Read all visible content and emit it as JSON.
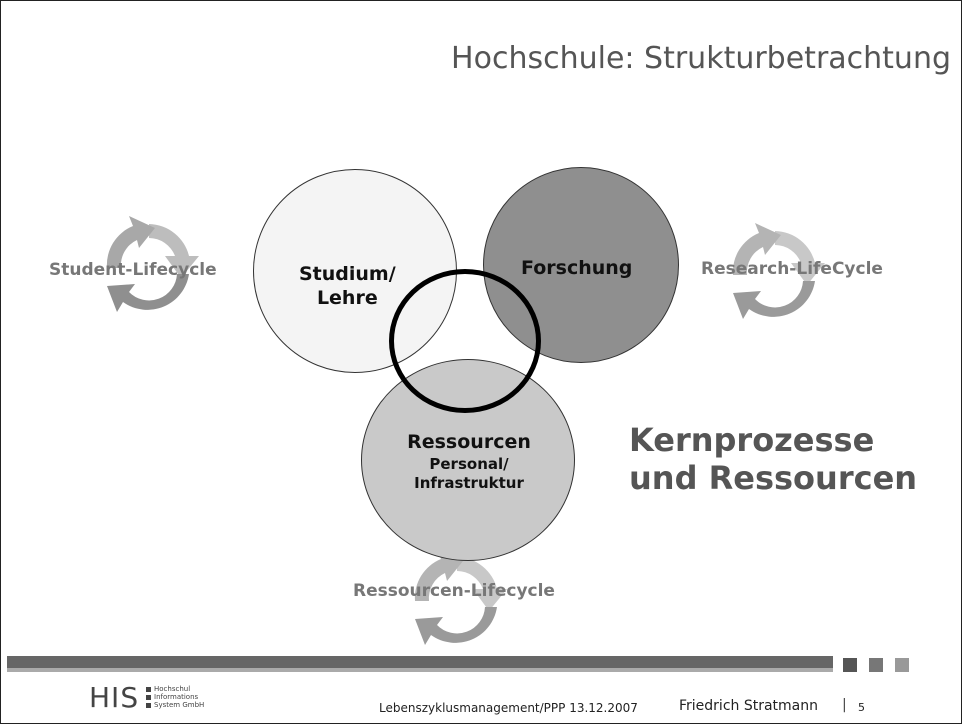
{
  "slide": {
    "title": "Hochschule: Strukturbetrachtung",
    "circles": {
      "studium_line1": "Studium/",
      "studium_line2": "Lehre",
      "forschung": "Forschung",
      "ressourcen_line1": "Ressourcen",
      "ressourcen_line2": "Personal/",
      "ressourcen_line3": "Infrastruktur"
    },
    "cycles": {
      "student": "Student-Lifecycle",
      "research": "Research-LifeCycle",
      "ressourcen": "Ressourcen-Lifecycle"
    },
    "kern_line1": "Kernprozesse",
    "kern_line2": "und Ressourcen",
    "colors": {
      "studium_fill": "#f4f4f4",
      "forschung_fill": "#8f8f8f",
      "ressourcen_fill": "#c9c9c9",
      "accent_gray": "#666666"
    }
  },
  "footer": {
    "logo_text": "HIS",
    "logo_sub": [
      "Hochschul",
      "Informations",
      "System GmbH"
    ],
    "presentation": "Lebenszyklusmanagement/PPP  13.12.2007",
    "author": "Friedrich Stratmann",
    "page_number": "5"
  }
}
